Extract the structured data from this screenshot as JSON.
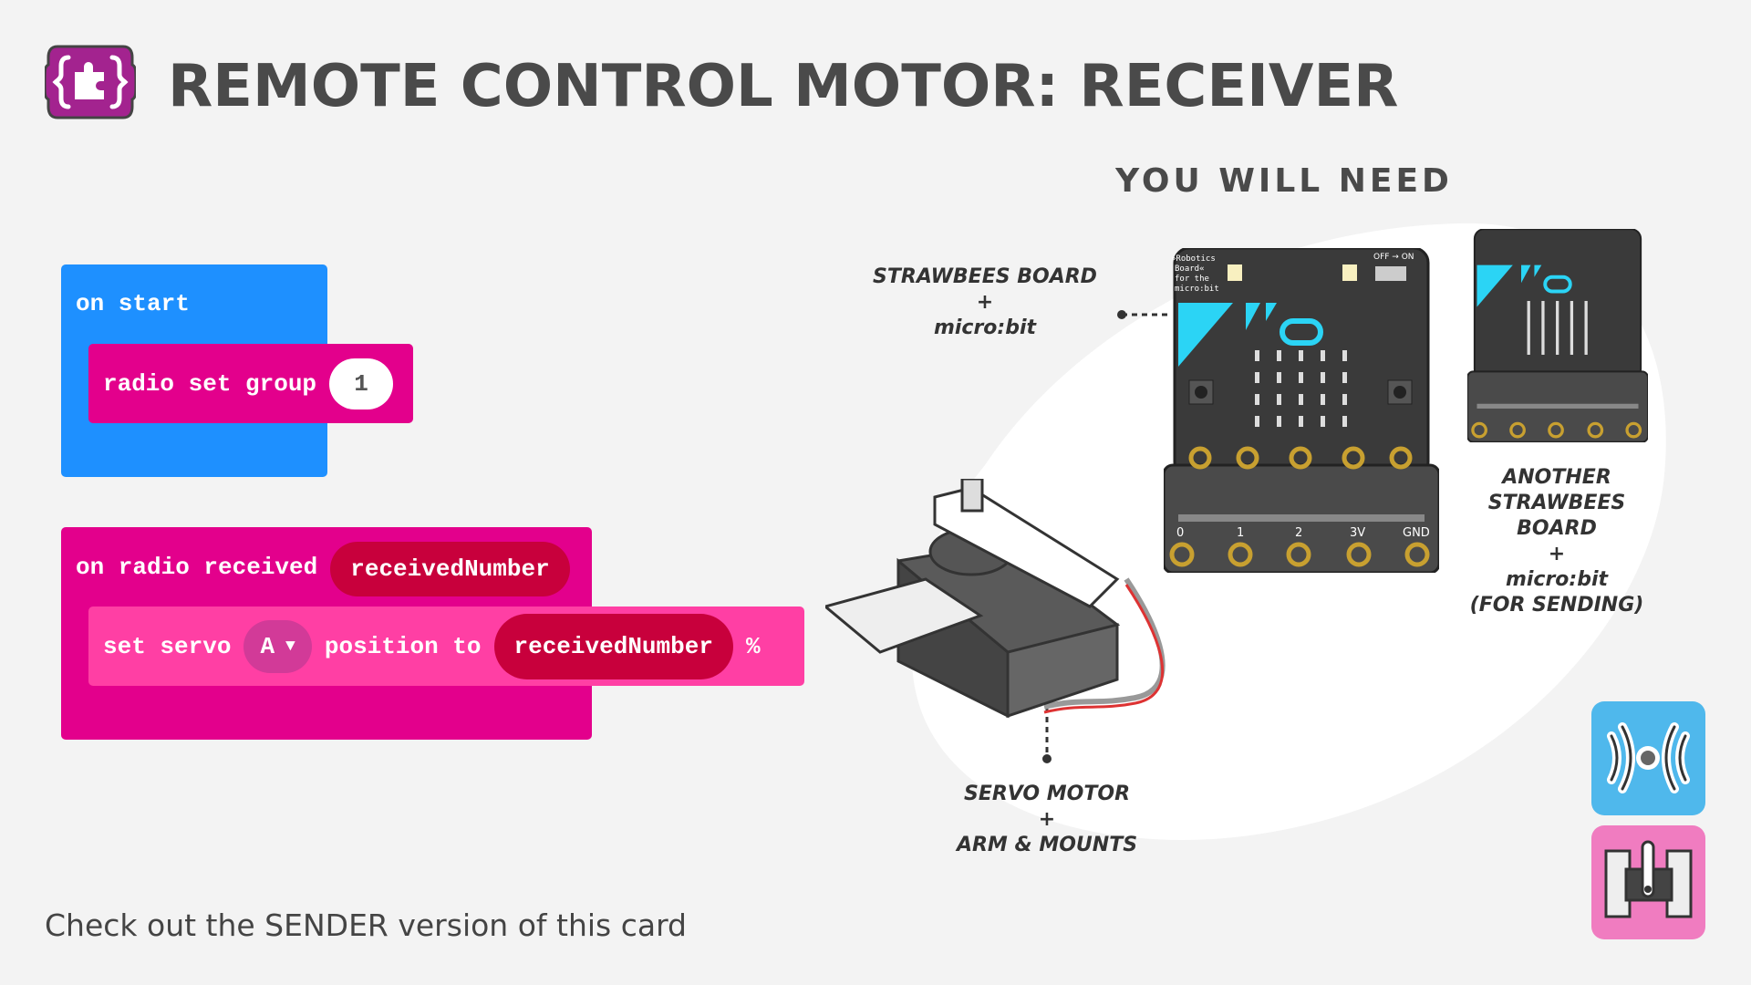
{
  "header": {
    "title": "REMOTE CONTROL MOTOR: RECEIVER",
    "logo_icon": "puzzle-braces-icon"
  },
  "you_will_need": "YOU WILL NEED",
  "code": {
    "on_start": {
      "label": "on start",
      "color": "#1e90ff"
    },
    "radio_set_group": {
      "label": "radio set group",
      "value": "1",
      "color": "#e3008c"
    },
    "on_radio_received": {
      "label": "on radio received",
      "param": "receivedNumber",
      "color": "#e3008c"
    },
    "set_servo": {
      "label": "set servo",
      "servo": "A",
      "label2": "position to",
      "value": "receivedNumber",
      "unit": "%",
      "color": "#ff3fa4"
    }
  },
  "labels": {
    "board": [
      "STRAWBEES BOARD",
      "+",
      "micro:bit"
    ],
    "another": [
      "ANOTHER",
      "STRAWBEES",
      "BOARD",
      "+",
      "micro:bit",
      "(FOR SENDING)"
    ],
    "servo": [
      "SERVO MOTOR",
      "+",
      "ARM & MOUNTS"
    ]
  },
  "board": {
    "top_text": [
      "»Robotics",
      "Board«",
      "for the",
      "micro:bit"
    ],
    "switch": "OFF → ON",
    "pins": [
      "0",
      "1",
      "2",
      "3V",
      "GND"
    ]
  },
  "footer": "Check out the SENDER version of this card",
  "icons": {
    "radio": "radio-waves-icon",
    "servo": "servo-motor-icon"
  }
}
